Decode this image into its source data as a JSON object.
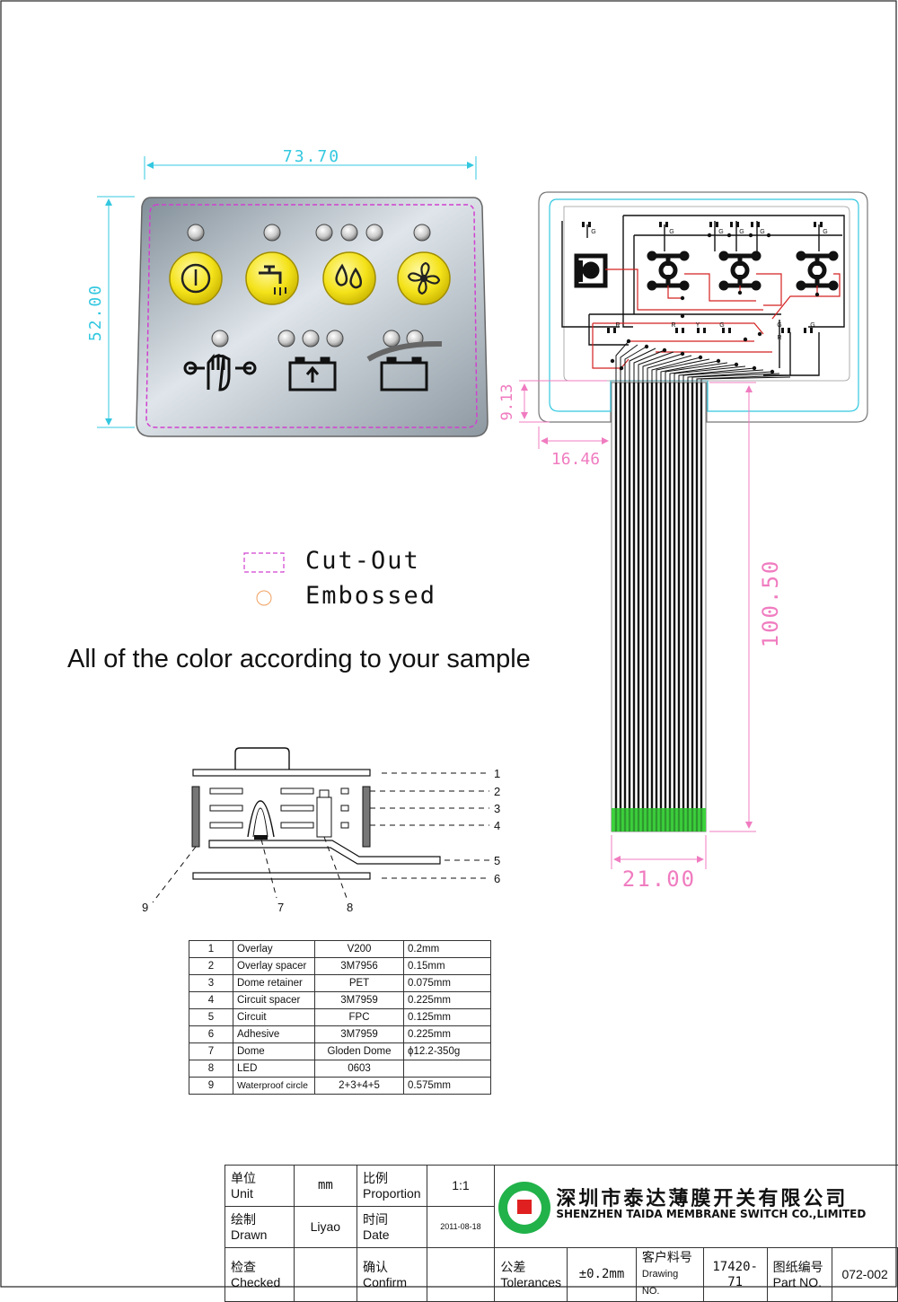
{
  "dimensions": {
    "overlay_width": "73.70",
    "overlay_height": "52.00",
    "tail_offset_y": "9.13",
    "tail_offset_x": "16.46",
    "tail_length": "100.50",
    "tail_width": "21.00"
  },
  "legend": {
    "cutout_label": "Cut-Out",
    "embossed_label": "Embossed"
  },
  "note": "All of the color according to your sample",
  "circuit_labels": [
    "G",
    "G",
    "G",
    "G",
    "G",
    "G",
    "R",
    "R",
    "Y",
    "G",
    "G",
    "R",
    "G"
  ],
  "layer_callouts": [
    "1",
    "2",
    "3",
    "4",
    "5",
    "6",
    "7",
    "8",
    "9"
  ],
  "bom": [
    {
      "no": "1",
      "name": "Overlay",
      "material": "V200",
      "thickness": "0.2mm"
    },
    {
      "no": "2",
      "name": "Overlay spacer",
      "material": "3M7956",
      "thickness": "0.15mm"
    },
    {
      "no": "3",
      "name": "Dome retainer",
      "material": "PET",
      "thickness": "0.075mm"
    },
    {
      "no": "4",
      "name": "Circuit spacer",
      "material": "3M7959",
      "thickness": "0.225mm"
    },
    {
      "no": "5",
      "name": "Circuit",
      "material": "FPC",
      "thickness": "0.125mm"
    },
    {
      "no": "6",
      "name": "Adhesive",
      "material": "3M7959",
      "thickness": "0.225mm"
    },
    {
      "no": "7",
      "name": "Dome",
      "material": "Gloden Dome",
      "thickness": "ϕ12.2-350g"
    },
    {
      "no": "8",
      "name": "LED",
      "material": "0603",
      "thickness": ""
    },
    {
      "no": "9",
      "name": "Waterproof circle",
      "material": "2+3+4+5",
      "thickness": "0.575mm"
    }
  ],
  "title_block": {
    "unit_cn": "单位",
    "unit_en": "Unit",
    "unit_val": "mm",
    "prop_cn": "比例",
    "prop_en": "Proportion",
    "prop_val": "1:1",
    "drawn_cn": "绘制",
    "drawn_en": "Drawn",
    "drawn_val": "Liyao",
    "date_cn": "时间",
    "date_en": "Date",
    "date_val": "2011-08-18",
    "checked_cn": "检查",
    "checked_en": "Checked",
    "confirm_cn": "确认",
    "confirm_en": "Confirm",
    "tol_cn": "公差",
    "tol_en": "Tolerances",
    "tol_val": "±0.2mm",
    "cust_cn": "客户料号",
    "cust_en": "Drawing NO.",
    "cust_val": "17420-71",
    "part_cn": "图纸编号",
    "part_en": "Part NO.",
    "part_val": "072-002",
    "company_cn": "深圳市泰达薄膜开关有限公司",
    "company_en": "SHENZHEN TAIDA MEMBRANE SWITCH CO.,LIMITED"
  },
  "colors": {
    "dimension_cyan": "#33c8e0",
    "dimension_pink": "#f07cc0",
    "cutout_magenta": "#d040d0",
    "button_yellow": "#f4e21a",
    "trace_red": "#d42020",
    "tail_green": "#3cd23c"
  }
}
